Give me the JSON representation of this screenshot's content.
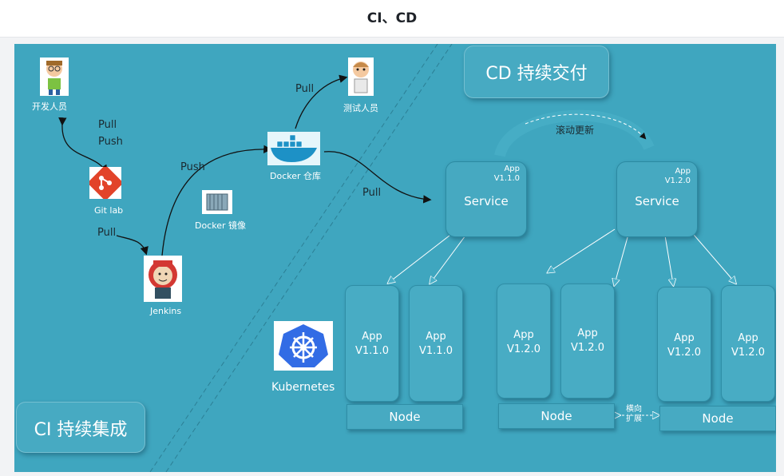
{
  "header": {
    "title": "CI、CD"
  },
  "diagram": {
    "ci_label": "CI 持续集成",
    "cd_label": "CD 持续交付",
    "developer_label": "开发人员",
    "tester_label": "测试人员",
    "gitlab_label": "Git lab",
    "jenkins_label": "Jenkins",
    "docker_repo_label": "Docker 仓库",
    "docker_image_label": "Docker 镜像",
    "kubernetes_label": "Kubernetes",
    "rolling_update_label": "滚动更新",
    "horizontal_scale_label": "横向\n扩展",
    "arrows": {
      "pull_push_1": "Pull",
      "pull_push_2": "Push",
      "gitlab_jenkins": "Pull",
      "jenkins_docker": "Push",
      "docker_tester": "Pull",
      "docker_service": "Pull"
    },
    "services": [
      {
        "label": "Service",
        "app": "App",
        "version": "V1.1.0"
      },
      {
        "label": "Service",
        "app": "App",
        "version": "V1.2.0"
      }
    ],
    "pods": [
      {
        "app": "App",
        "version": "V1.1.0"
      },
      {
        "app": "App",
        "version": "V1.1.0"
      },
      {
        "app": "App",
        "version": "V1.2.0"
      },
      {
        "app": "App",
        "version": "V1.2.0"
      },
      {
        "app": "App",
        "version": "V1.2.0"
      },
      {
        "app": "App",
        "version": "V1.2.0"
      }
    ],
    "nodes": [
      "Node",
      "Node",
      "Node"
    ],
    "colors": {
      "background": "#3fa6bf",
      "box": "#47aac2",
      "border": "#2f8ea6"
    }
  }
}
